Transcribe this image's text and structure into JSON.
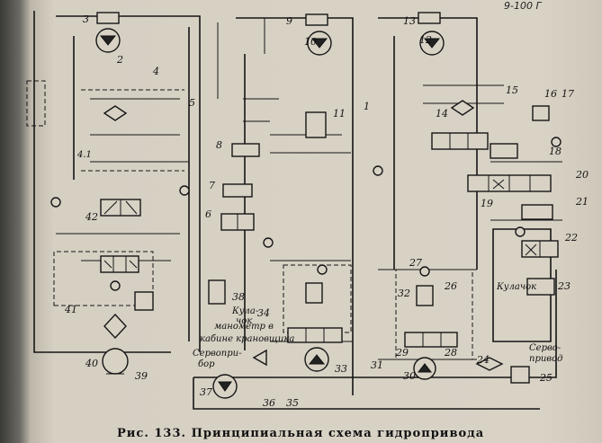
{
  "figure": {
    "caption": "Рис. 133. Принципиальная схема гидропривода",
    "corner_note": "9-100 Г"
  },
  "labels": [
    {
      "id": "n1",
      "text": "1"
    },
    {
      "id": "n2",
      "text": "2"
    },
    {
      "id": "n3",
      "text": "3"
    },
    {
      "id": "n4",
      "text": "4"
    },
    {
      "id": "n5",
      "text": "5"
    },
    {
      "id": "n6",
      "text": "6"
    },
    {
      "id": "n7",
      "text": "7"
    },
    {
      "id": "n8",
      "text": "8"
    },
    {
      "id": "n9",
      "text": "9"
    },
    {
      "id": "n10",
      "text": "10"
    },
    {
      "id": "n11",
      "text": "11"
    },
    {
      "id": "n12",
      "text": "12"
    },
    {
      "id": "n13",
      "text": "13"
    },
    {
      "id": "n14",
      "text": "14"
    },
    {
      "id": "n15",
      "text": "15"
    },
    {
      "id": "n16",
      "text": "16"
    },
    {
      "id": "n17",
      "text": "17"
    },
    {
      "id": "n18",
      "text": "18"
    },
    {
      "id": "n19",
      "text": "19"
    },
    {
      "id": "n20",
      "text": "20"
    },
    {
      "id": "n21",
      "text": "21"
    },
    {
      "id": "n22",
      "text": "22"
    },
    {
      "id": "n23",
      "text": "23"
    },
    {
      "id": "n24",
      "text": "24"
    },
    {
      "id": "n25",
      "text": "25"
    },
    {
      "id": "n26",
      "text": "26"
    },
    {
      "id": "n27",
      "text": "27"
    },
    {
      "id": "n28",
      "text": "28"
    },
    {
      "id": "n29",
      "text": "29"
    },
    {
      "id": "n30",
      "text": "30"
    },
    {
      "id": "n31",
      "text": "31"
    },
    {
      "id": "n32",
      "text": "32"
    },
    {
      "id": "n33",
      "text": "33"
    },
    {
      "id": "n34",
      "text": "34"
    },
    {
      "id": "n35",
      "text": "35"
    },
    {
      "id": "n36",
      "text": "36"
    },
    {
      "id": "n37",
      "text": "37"
    },
    {
      "id": "n38",
      "text": "38"
    },
    {
      "id": "n39",
      "text": "39"
    },
    {
      "id": "n40",
      "text": "40"
    },
    {
      "id": "n41",
      "text": "41"
    },
    {
      "id": "n42",
      "text": "42"
    }
  ],
  "annotations": {
    "kulachok_38_a": "Кула-",
    "kulachok_38_b": "чок",
    "manometer_a": "манометр в",
    "manometer_b": "кабине крановщика",
    "servopribor_left_a": "Сервопри-",
    "servopribor_left_b": "бор",
    "kulachok_23": "Кулачок",
    "servo_right_a": "Серво-",
    "servo_right_b": "привод",
    "ref_41": "4.1"
  }
}
